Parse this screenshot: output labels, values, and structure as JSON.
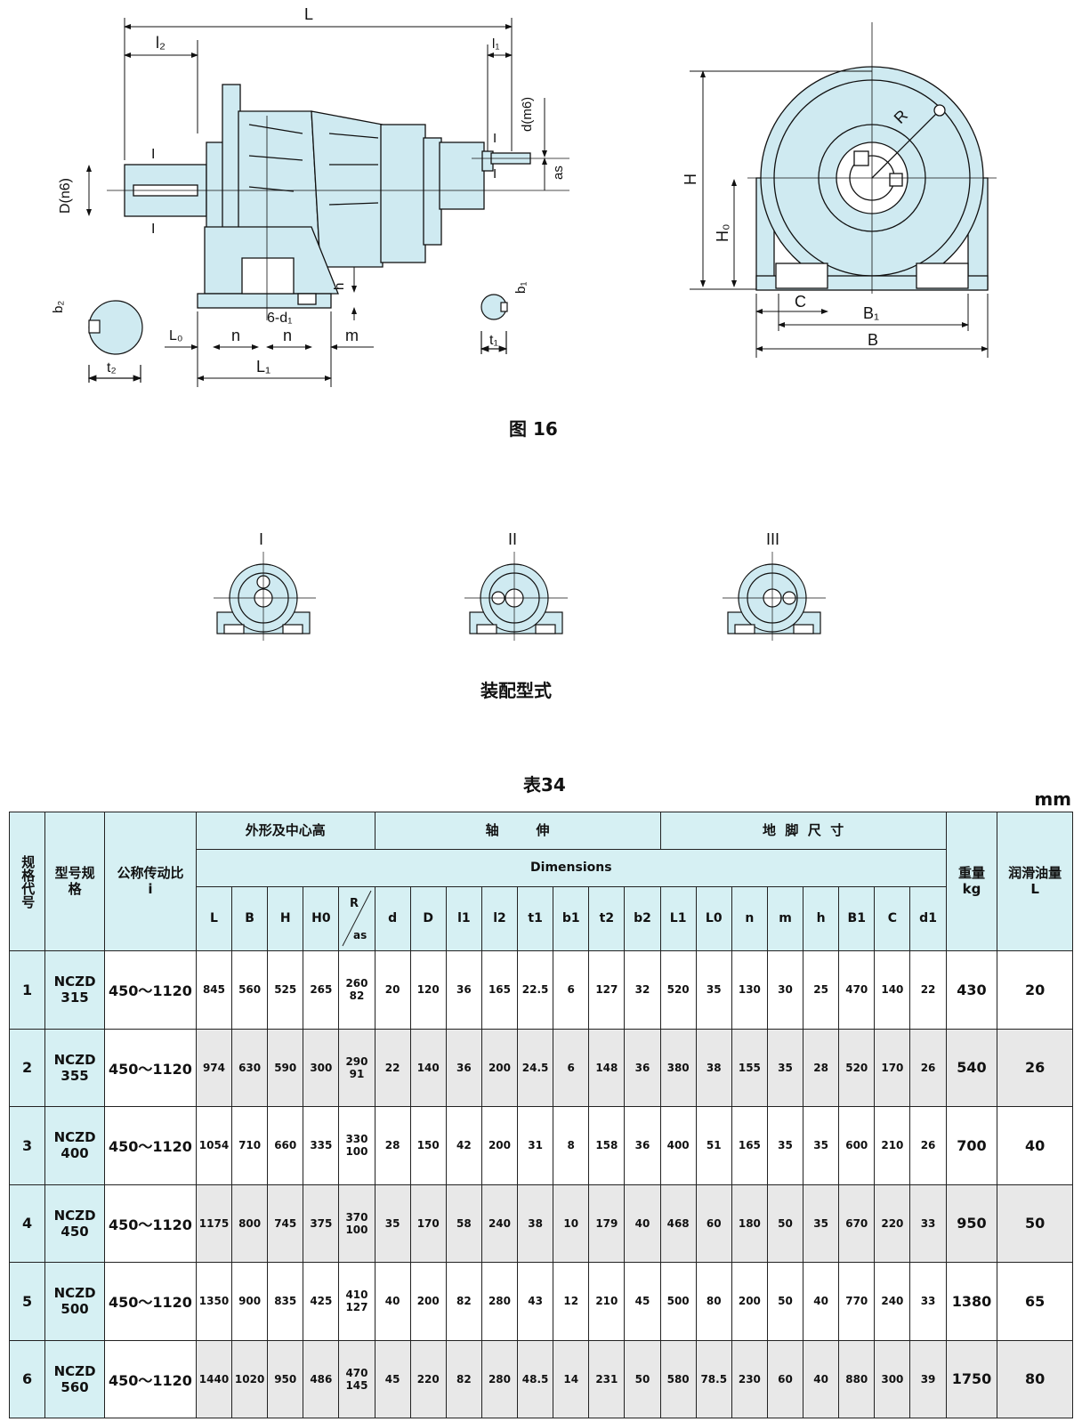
{
  "figure": {
    "caption": "图 16",
    "labels": {
      "L": "L",
      "l2": "l₂",
      "l1": "l₁",
      "d": "d(m6)",
      "as": "as",
      "D": "D(n6)",
      "I": "I",
      "h": "h",
      "six_d1": "6-d₁",
      "L0": "L₀",
      "n": "n",
      "m": "m",
      "L1": "L₁",
      "b2": "b₂",
      "t2": "t₂",
      "b1": "b₁",
      "t1": "t₁",
      "H": "H",
      "H0": "H₀",
      "R": "R",
      "C": "C",
      "B1": "B₁",
      "B": "B"
    }
  },
  "assembly": {
    "caption": "装配型式",
    "types": [
      "I",
      "II",
      "III"
    ]
  },
  "table": {
    "caption": "表34",
    "unit": "mm",
    "headers": {
      "code": "规格代号",
      "model": "型号规格",
      "ratio": "公称传动比 i",
      "group_shape": "外形及中心高",
      "group_shaft": "轴        伸",
      "group_foot": "地  脚  尺  寸",
      "dimensions": "Dimensions",
      "weight": "重量 kg",
      "oil": "润滑油量 L",
      "R_as_top": "R",
      "R_as_bottom": "as"
    },
    "symbols": [
      "L",
      "B",
      "H",
      "H0",
      "d",
      "D",
      "l1",
      "l2",
      "t1",
      "b1",
      "t2",
      "b2",
      "L1",
      "L0",
      "n",
      "m",
      "h",
      "B1",
      "C",
      "d1"
    ],
    "rows": [
      {
        "code": "1",
        "model1": "NCZD",
        "model2": "315",
        "ratio": "450～1120",
        "L": "845",
        "B": "560",
        "H": "525",
        "H0": "265",
        "R": "260",
        "as": "82",
        "d": "20",
        "D": "120",
        "l1": "36",
        "l2": "165",
        "t1": "22.5",
        "b1": "6",
        "t2": "127",
        "b2": "32",
        "L1": "520",
        "L0": "35",
        "n": "130",
        "m": "30",
        "h": "25",
        "B1": "470",
        "C": "140",
        "d1": "22",
        "weight": "430",
        "oil": "20"
      },
      {
        "code": "2",
        "model1": "NCZD",
        "model2": "355",
        "ratio": "450～1120",
        "L": "974",
        "B": "630",
        "H": "590",
        "H0": "300",
        "R": "290",
        "as": "91",
        "d": "22",
        "D": "140",
        "l1": "36",
        "l2": "200",
        "t1": "24.5",
        "b1": "6",
        "t2": "148",
        "b2": "36",
        "L1": "380",
        "L0": "38",
        "n": "155",
        "m": "35",
        "h": "28",
        "B1": "520",
        "C": "170",
        "d1": "26",
        "weight": "540",
        "oil": "26"
      },
      {
        "code": "3",
        "model1": "NCZD",
        "model2": "400",
        "ratio": "450～1120",
        "L": "1054",
        "B": "710",
        "H": "660",
        "H0": "335",
        "R": "330",
        "as": "100",
        "d": "28",
        "D": "150",
        "l1": "42",
        "l2": "200",
        "t1": "31",
        "b1": "8",
        "t2": "158",
        "b2": "36",
        "L1": "400",
        "L0": "51",
        "n": "165",
        "m": "35",
        "h": "35",
        "B1": "600",
        "C": "210",
        "d1": "26",
        "weight": "700",
        "oil": "40"
      },
      {
        "code": "4",
        "model1": "NCZD",
        "model2": "450",
        "ratio": "450～1120",
        "L": "1175",
        "B": "800",
        "H": "745",
        "H0": "375",
        "R": "370",
        "as": "100",
        "d": "35",
        "D": "170",
        "l1": "58",
        "l2": "240",
        "t1": "38",
        "b1": "10",
        "t2": "179",
        "b2": "40",
        "L1": "468",
        "L0": "60",
        "n": "180",
        "m": "50",
        "h": "35",
        "B1": "670",
        "C": "220",
        "d1": "33",
        "weight": "950",
        "oil": "50"
      },
      {
        "code": "5",
        "model1": "NCZD",
        "model2": "500",
        "ratio": "450～1120",
        "L": "1350",
        "B": "900",
        "H": "835",
        "H0": "425",
        "R": "410",
        "as": "127",
        "d": "40",
        "D": "200",
        "l1": "82",
        "l2": "280",
        "t1": "43",
        "b1": "12",
        "t2": "210",
        "b2": "45",
        "L1": "500",
        "L0": "80",
        "n": "200",
        "m": "50",
        "h": "40",
        "B1": "770",
        "C": "240",
        "d1": "33",
        "weight": "1380",
        "oil": "65"
      },
      {
        "code": "6",
        "model1": "NCZD",
        "model2": "560",
        "ratio": "450～1120",
        "L": "1440",
        "B": "1020",
        "H": "950",
        "H0": "486",
        "R": "470",
        "as": "145",
        "d": "45",
        "D": "220",
        "l1": "82",
        "l2": "280",
        "t1": "48.5",
        "b1": "14",
        "t2": "231",
        "b2": "50",
        "L1": "580",
        "L0": "78.5",
        "n": "230",
        "m": "60",
        "h": "40",
        "B1": "880",
        "C": "300",
        "d1": "39",
        "weight": "1750",
        "oil": "80"
      }
    ]
  },
  "colors": {
    "fill": "#cfeaf1",
    "header": "#d6f0f3",
    "stripe": "#e8e8e8"
  }
}
